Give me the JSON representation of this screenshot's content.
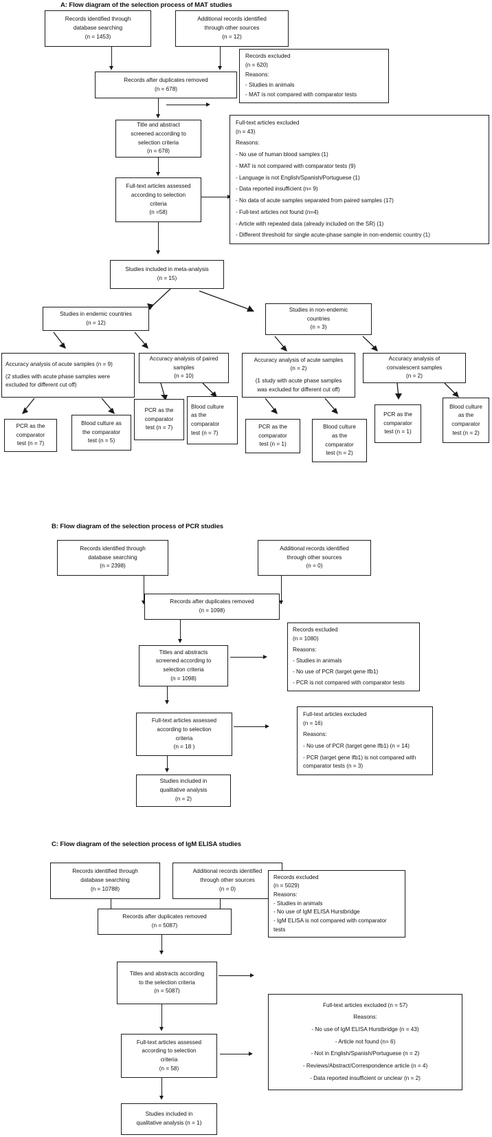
{
  "sections": {
    "a": {
      "title": "A: Flow diagram of the selection process of MAT studies",
      "identified_db": [
        "Records identified through",
        "database searching",
        "(n = 1453)"
      ],
      "identified_other": [
        "Additional records identified",
        "through other sources",
        "(n = 12)"
      ],
      "after_duplicates": [
        "Records after duplicates removed",
        "(n = 678)"
      ],
      "records_excluded": {
        "title": "Records excluded",
        "count": "(n =  620)",
        "reasons_label": "Reasons:",
        "reasons": [
          "- Studies in animals",
          "- MAT is not compared with comparator tests"
        ]
      },
      "screened": [
        "Title and abstract",
        "screened according to",
        "selection criteria",
        "(n =  678)"
      ],
      "fulltext_assessed": [
        "Full-text articles assessed",
        "according to selection",
        "criteria",
        "(n =58)"
      ],
      "fulltext_excluded": {
        "title": "Full-text articles excluded",
        "count": "(n = 43)",
        "reasons_label": "Reasons:",
        "reasons": [
          "-  No use of human blood samples (1)",
          "-  MAT is not compared with comparator tests (9)",
          "-  Language is not English/Spanish/Portuguese (1)",
          "-  Data reported insufficient (n= 9)",
          "-  No data of acute samples separated from paired samples (17)",
          "-  Full-text articles not found (n=4)",
          "-  Article with repeated data (already included on the SR) (1)",
          "-   Different threshold for single acute-phase sample in non-endemic country (1)"
        ]
      },
      "meta_analysis": [
        "Studies included in meta-analysis",
        "(n =  15)"
      ],
      "endemic": [
        "Studies in endemic countries",
        "(n =  12)"
      ],
      "non_endemic": [
        "Studies in non-endemic",
        "countries",
        "(n =  3)"
      ],
      "endemic_acute": [
        "Accuracy analysis of acute samples (n = 9)",
        "(2 studies with acute phase samples were",
        "excluded for different cut off)"
      ],
      "endemic_paired": [
        "Accuracy analysis of paired",
        "samples",
        "(n = 10)"
      ],
      "nonendemic_acute": [
        "Accuracy analysis of acute samples",
        "(n = 2)",
        "(1 study with acute phase samples",
        "was excluded for different cut off)"
      ],
      "nonendemic_conval": [
        "Accuracy analysis of",
        "convalescent samples",
        "(n = 2)"
      ],
      "leaf_1": [
        "PCR as the",
        "comparator",
        "test (n =  7)"
      ],
      "leaf_2": [
        "Blood culture as",
        "the comparator",
        "test (n = 5)"
      ],
      "leaf_3": [
        "PCR as the",
        "comparator",
        "test (n = 7)"
      ],
      "leaf_4": [
        "Blood culture",
        "as the",
        "comparator",
        "test (n = 7)"
      ],
      "leaf_5": [
        "PCR as the",
        "comparator",
        "test (n = 1)"
      ],
      "leaf_6": [
        "Blood culture",
        "as the",
        "comparator",
        "test (n = 2)"
      ],
      "leaf_7": [
        "PCR as the",
        "comparator",
        "test (n = 1)"
      ],
      "leaf_8": [
        "Blood culture",
        "as the",
        "comparator",
        "test (n = 2)"
      ]
    },
    "b": {
      "title": "B: Flow diagram of the selection process of PCR studies",
      "identified_db": [
        "Records identified through",
        "database searching",
        "(n =  2398)"
      ],
      "identified_other": [
        "Additional records identified",
        "through other sources",
        "(n = 0)"
      ],
      "after_duplicates": [
        "Records after duplicates removed",
        "(n = 1098)"
      ],
      "records_excluded": {
        "title": "Records excluded",
        "count": "(n =  1080)",
        "reasons_label": "Reasons:",
        "reasons": [
          "- Studies in animals",
          "- No use of PCR (target gene lfb1)",
          "- PCR is not compared with comparator tests"
        ]
      },
      "screened": [
        "Titles and abstracts",
        "screened according to",
        "selection criteria",
        "(n = 1098)"
      ],
      "fulltext_assessed": [
        "Full-text articles assessed",
        "according to selection",
        "criteria",
        "(n = 18 )"
      ],
      "fulltext_excluded": {
        "title": "Full-text articles excluded",
        "count": "(n = 16)",
        "reasons_label": "Reasons:",
        "reasons": [
          "- No use of PCR (target gene lfb1) (n = 14)",
          "- PCR (target gene lfb1) is not compared with comparator tests (n = 3)"
        ]
      },
      "qualitative": [
        "Studies included in",
        "qualitative analysis",
        "(n = 2)"
      ]
    },
    "c": {
      "title": "C: Flow diagram of the selection process of IgM ELISA studies",
      "identified_db": [
        "Records identified through",
        "database searching",
        "(n =  10788)"
      ],
      "identified_other": [
        "Additional records identified",
        "through other sources",
        "(n = 0)"
      ],
      "after_duplicates": [
        "Records after duplicates removed",
        "(n = 5087)"
      ],
      "records_excluded": {
        "title": "Records excluded",
        "count": "(n = 5029)",
        "reasons_label": "Reasons:",
        "reasons": [
          "- Studies in animals",
          "- No use of IgM ELISA Hurstbridge",
          "- IgM ELISA is not compared with comparator tests"
        ]
      },
      "screened": [
        "Titles and abstracts according",
        "to the selection criteria",
        "(n = 5087)"
      ],
      "fulltext_assessed": [
        "Full-text articles assessed",
        "according to selection",
        "criteria",
        "(n = 58)"
      ],
      "fulltext_excluded": {
        "title": "Full-text articles excluded (n = 57)",
        "reasons_label": "Reasons:",
        "reasons": [
          "- No use of IgM ELISA Hurstbridge (n = 43)",
          "- Article not found (n= 6)",
          "- Not in English/Spanish/Portuguese (n = 2)",
          "- Reviews/Abstract/Correspondence article (n = 4)",
          "-  Data reported insufficient or unclear (n = 2)"
        ]
      },
      "qualitative": [
        "Studies included in",
        "qualitative analysis (n = 1)"
      ]
    }
  },
  "chart_data": {
    "type": "table",
    "title": "PRISMA flow diagrams for MAT, PCR and IgM ELISA studies",
    "diagrams": [
      {
        "panel": "A",
        "test": "MAT",
        "records_db": 1453,
        "records_other": 12,
        "after_duplicates": 678,
        "screened": 678,
        "records_excluded": 620,
        "fulltext_assessed": 58,
        "fulltext_excluded": 43,
        "included_meta_analysis": 15,
        "endemic_studies": 12,
        "non_endemic_studies": 3
      },
      {
        "panel": "B",
        "test": "PCR",
        "records_db": 2398,
        "records_other": 0,
        "after_duplicates": 1098,
        "screened": 1098,
        "records_excluded": 1080,
        "fulltext_assessed": 18,
        "fulltext_excluded": 16,
        "included_qualitative": 2
      },
      {
        "panel": "C",
        "test": "IgM ELISA",
        "records_db": 10788,
        "records_other": 0,
        "after_duplicates": 5087,
        "screened": 5087,
        "records_excluded": 5029,
        "fulltext_assessed": 58,
        "fulltext_excluded": 57,
        "included_qualitative": 1
      }
    ]
  }
}
